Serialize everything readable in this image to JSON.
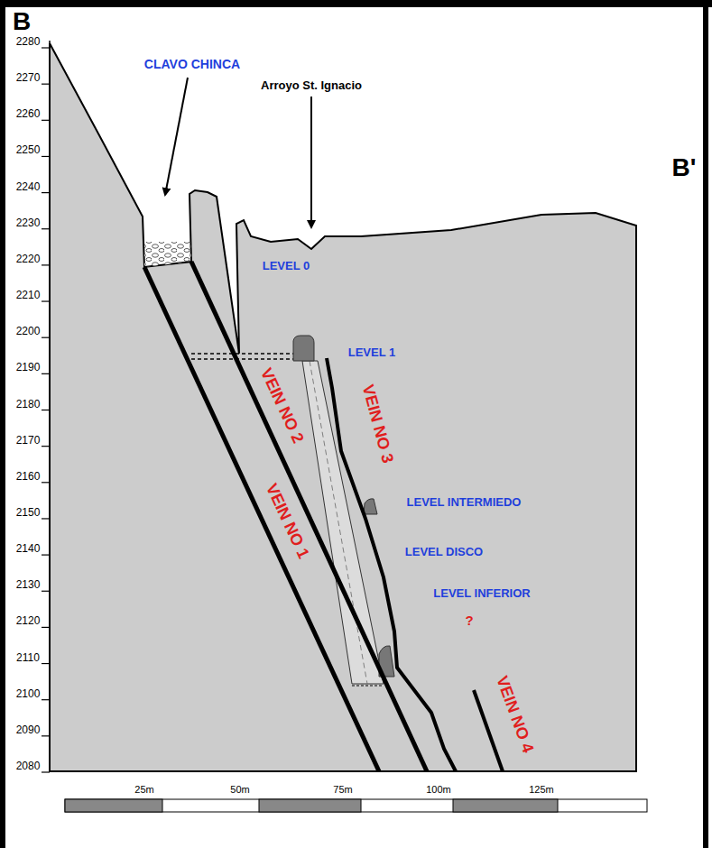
{
  "diagram": {
    "labels": [
      "B",
      "CLAVO CHINCA",
      "Arroyo St. Ignacio",
      "B'",
      "LEVEL 0",
      "LEVEL 1",
      "VEIN NO 2",
      "VEIN NO 3",
      "LEVEL INTERMIEDO",
      "VEIN NO 1",
      "LEVEL DISCO",
      "LEVEL INFERIOR",
      "?",
      "VEIN NO 4",
      "2280",
      "2270",
      "2260",
      "2250",
      "2240",
      "2230",
      "2220",
      "2210",
      "2200",
      "2190",
      "2180",
      "2170",
      "2160",
      "2150",
      "2140",
      "2130",
      "2120",
      "2110",
      "2100",
      "2090",
      "2080",
      "25m",
      "50m",
      "75m",
      "100m",
      "125m"
    ]
  }
}
